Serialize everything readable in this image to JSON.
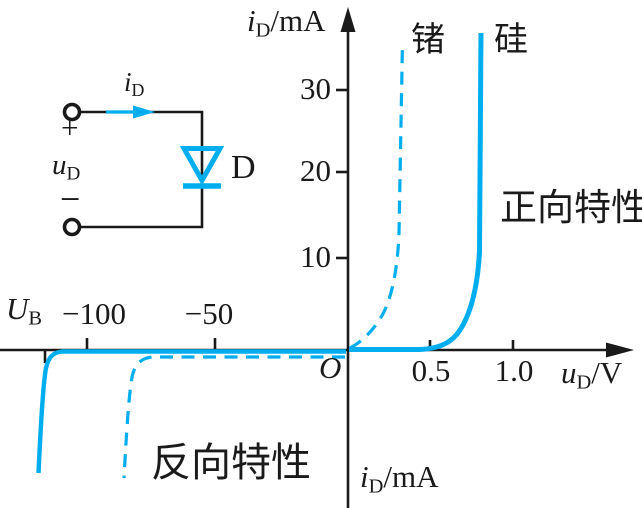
{
  "figure": {
    "colors": {
      "accent": "#00AEEF",
      "ink": "#1a1a1a"
    },
    "axis_labels": {
      "y_top": {
        "v": "i",
        "s": "D",
        "u": "/mA"
      },
      "y_bottom": {
        "v": "i",
        "s": "D",
        "u": "/mA"
      },
      "x_right": {
        "v": "u",
        "s": "D",
        "u": "/V"
      },
      "origin": "O",
      "breakdown": {
        "v": "U",
        "s": "B"
      }
    },
    "ticks": {
      "y30": "30",
      "y20": "20",
      "y10": "10",
      "xm100": "−100",
      "xm50": "−50",
      "x05": "0.5",
      "x10": "1.0"
    },
    "curve_labels": {
      "germanium": "锗",
      "silicon": "硅",
      "forward": "正向特性",
      "reverse": "反向特性"
    },
    "circuit": {
      "current": {
        "v": "i",
        "s": "D"
      },
      "voltage": {
        "v": "u",
        "s": "D"
      },
      "plus": "+",
      "minus": "−",
      "diode": "D"
    }
  },
  "chart_data": {
    "type": "line",
    "title": "",
    "xlabel": "u_D/V",
    "ylabel": "i_D/mA",
    "x_ticks": [
      -100,
      -50,
      0.5,
      1.0
    ],
    "y_ticks": [
      10,
      20,
      30
    ],
    "ylim": [
      -16,
      36
    ],
    "x_scale_note": "split scale: negative side in tens of volts, positive side in tenths of volts",
    "grid": false,
    "legend_position": "labels beside curves",
    "series": [
      {
        "name": "硅 (silicon)",
        "style": "solid",
        "color": "#00AEEF",
        "forward_points": [
          [
            0,
            0
          ],
          [
            0.3,
            0
          ],
          [
            0.5,
            0.3
          ],
          [
            0.6,
            1.5
          ],
          [
            0.65,
            3.5
          ],
          [
            0.7,
            8
          ],
          [
            0.75,
            18
          ],
          [
            0.78,
            28
          ],
          [
            0.8,
            37
          ]
        ],
        "reverse_points": [
          [
            0,
            0
          ],
          [
            -50,
            -0.3
          ],
          [
            -100,
            -0.4
          ],
          [
            -110,
            -1
          ],
          [
            -113,
            -4
          ],
          [
            -115,
            -14
          ]
        ],
        "breakdown_voltage_V": -115
      },
      {
        "name": "锗 (germanium)",
        "style": "dashed",
        "color": "#00AEEF",
        "forward_points": [
          [
            0,
            0
          ],
          [
            0.1,
            0.3
          ],
          [
            0.15,
            0.8
          ],
          [
            0.2,
            2
          ],
          [
            0.25,
            6
          ],
          [
            0.28,
            14
          ],
          [
            0.3,
            25
          ],
          [
            0.32,
            36
          ]
        ],
        "reverse_points": [
          [
            0,
            0
          ],
          [
            -20,
            -0.8
          ],
          [
            -50,
            -0.9
          ],
          [
            -78,
            -1.5
          ],
          [
            -83,
            -4
          ],
          [
            -86,
            -15
          ]
        ],
        "breakdown_voltage_V": -86
      }
    ],
    "annotations": [
      "正向特性 (forward characteristic)",
      "反向特性 (reverse characteristic)",
      "U_B marks breakdown voltage on negative axis"
    ]
  }
}
